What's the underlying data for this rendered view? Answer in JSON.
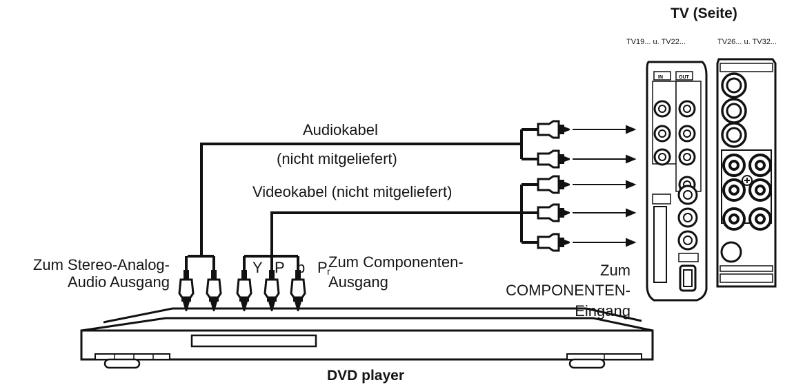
{
  "labels": {
    "tv_title": "TV (Seite)",
    "tv_model_left": "TV19... u. TV22...",
    "tv_model_right": "TV26... u. TV32...",
    "audio_cable": "Audiokabel",
    "audio_not_included": "(nicht mitgeliefert)",
    "video_cable": "Videokabel (nicht mitgeliefert)",
    "stereo_out_line1": "Zum Stereo-Analog-",
    "stereo_out_line2": "Audio Ausgang",
    "component_out_line1": "Zum Componenten-",
    "component_out_line2": "Ausgang",
    "component_in_line1": "Zum",
    "component_in_line2": "COMPONENTEN-",
    "component_in_line3": "Eingang",
    "dvd_player": "DVD player",
    "y": "Y",
    "p": "P",
    "b": "b",
    "pr": "P",
    "pr_sub": "r"
  },
  "colors": {
    "line": "#111111",
    "background": "#ffffff"
  }
}
